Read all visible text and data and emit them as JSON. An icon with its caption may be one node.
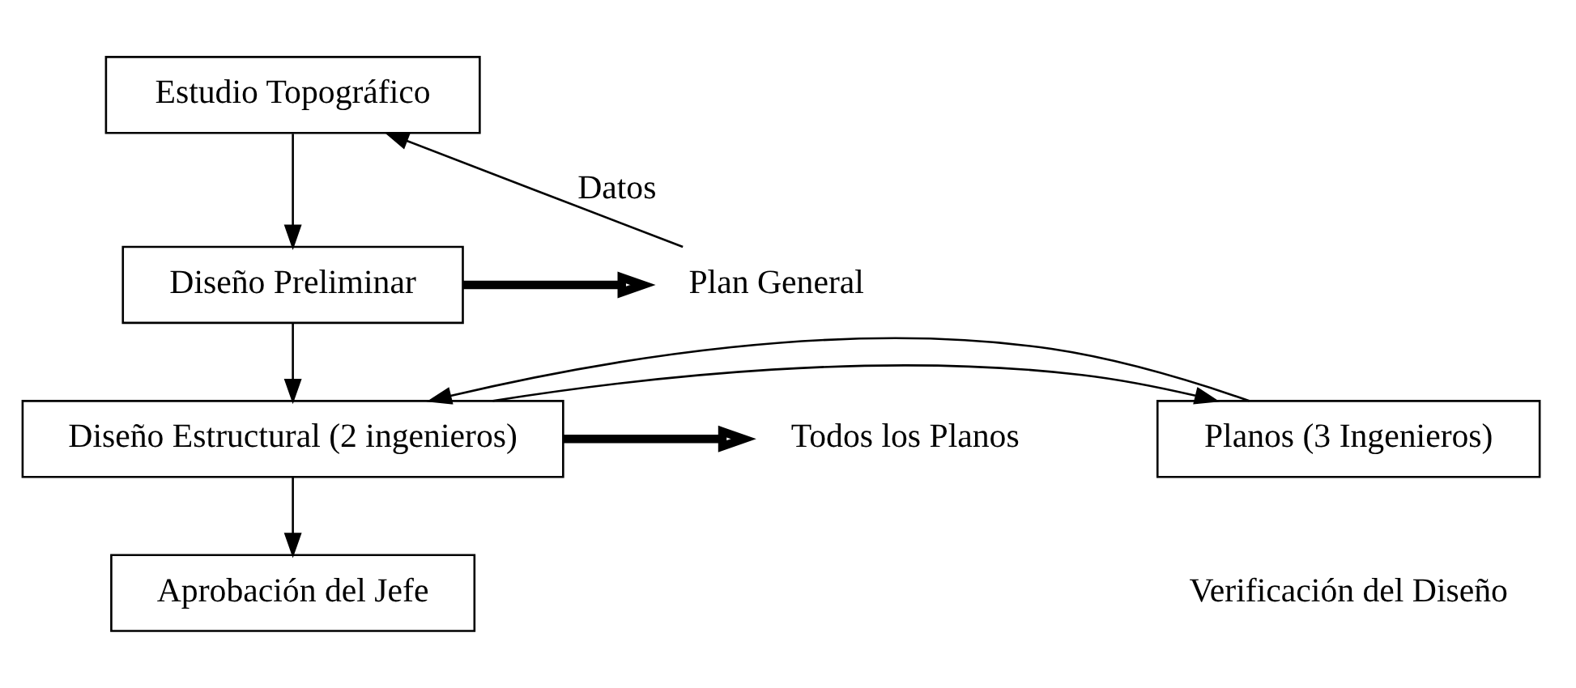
{
  "diagram": {
    "nodes": [
      {
        "text": [
          "Estudio Topográfico"
        ]
      },
      {
        "text": [
          "Diseño Preliminar"
        ]
      },
      {
        "text": [
          "Planos (3 Ingenieros)"
        ]
      },
      {
        "text": [
          "Diseño Estructural (2 ingenieros)"
        ]
      },
      {
        "text": [
          "Aprobación del Jefe"
        ]
      },
      {
        "text": [
          "Plan General"
        ]
      },
      {
        "text": [
          "Todos los Planos"
        ]
      }
    ],
    "edges": [
      {
        "from": 0,
        "to": 1,
        "arrow": "to"
      },
      {
        "from": 1,
        "to": 3,
        "arrow": "to"
      },
      {
        "from": 3,
        "to": 2,
        "arrow": "to"
      },
      {
        "from": 2,
        "to": 3,
        "arrow": "to"
      },
      {
        "from": 3,
        "to": 4,
        "arrow": "to"
      },
      {
        "from": 1,
        "to": 5,
        "arrow": "to",
        "style": "thick"
      },
      {
        "from": 3,
        "to": 6,
        "arrow": "to",
        "style": "thick"
      },
      {
        "from": 5,
        "to": 0,
        "arrow": "to",
        "label": "Datos"
      }
    ],
    "labels": [
      "Verificación del Diseño"
    ]
  }
}
